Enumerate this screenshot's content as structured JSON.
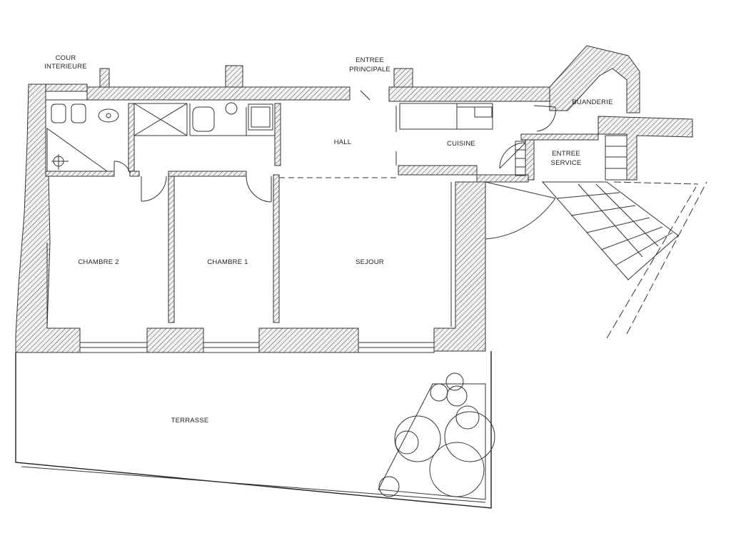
{
  "labels": {
    "cour_interieure": [
      "COUR",
      "INTERIEURE"
    ],
    "entree_principale": [
      "ENTREE",
      "PRINCIPALE"
    ],
    "buanderie": "BUANDERIE",
    "hall": "HALL",
    "cuisine": "CUISINE",
    "entree_service": [
      "ENTREE",
      "SERVICE"
    ],
    "chambre_2": "CHAMBRE 2",
    "chambre_1": "CHAMBRE 1",
    "sejour": "SEJOUR",
    "terrasse": "TERRASSE"
  },
  "colors": {
    "line": "#333333",
    "hatch": "#555555",
    "background": "#ffffff"
  }
}
